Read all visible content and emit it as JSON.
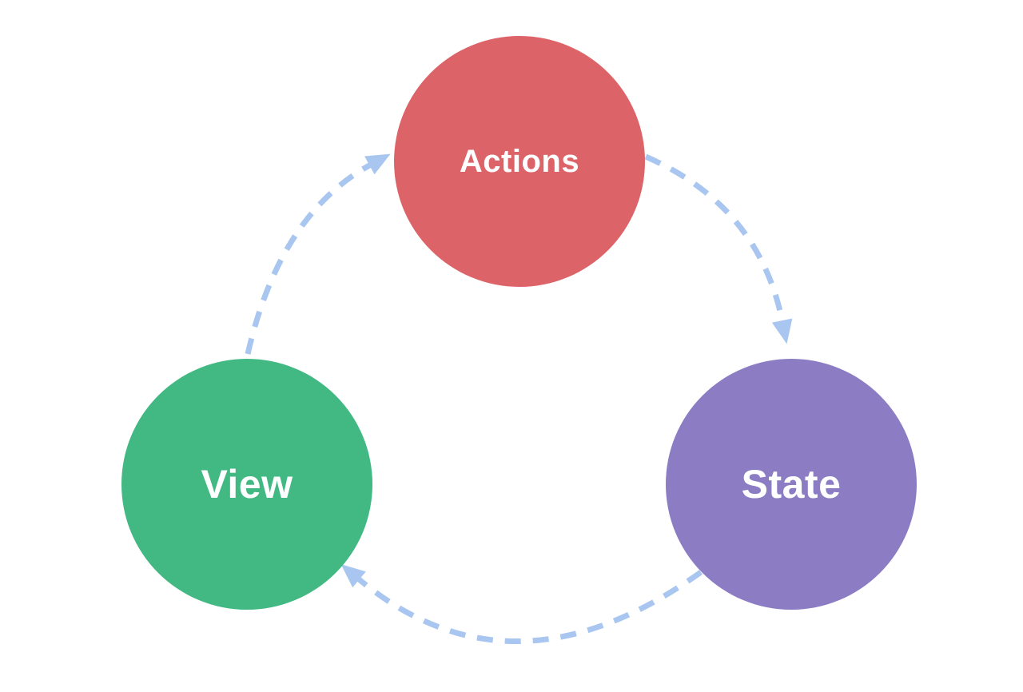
{
  "canvas": {
    "background_color": "#ffffff"
  },
  "arrows": {
    "color": "#a9c6f0",
    "style": "dashed",
    "edges": [
      {
        "from": "Actions",
        "to": "State"
      },
      {
        "from": "State",
        "to": "View"
      },
      {
        "from": "View",
        "to": "Actions"
      }
    ]
  },
  "nodes": [
    {
      "id": "actions",
      "label": "Actions",
      "color": "#dc6367",
      "text_color": "#ffffff"
    },
    {
      "id": "view",
      "label": "View",
      "color": "#42b883",
      "text_color": "#ffffff"
    },
    {
      "id": "state",
      "label": "State",
      "color": "#8b7cc4",
      "text_color": "#ffffff"
    }
  ]
}
